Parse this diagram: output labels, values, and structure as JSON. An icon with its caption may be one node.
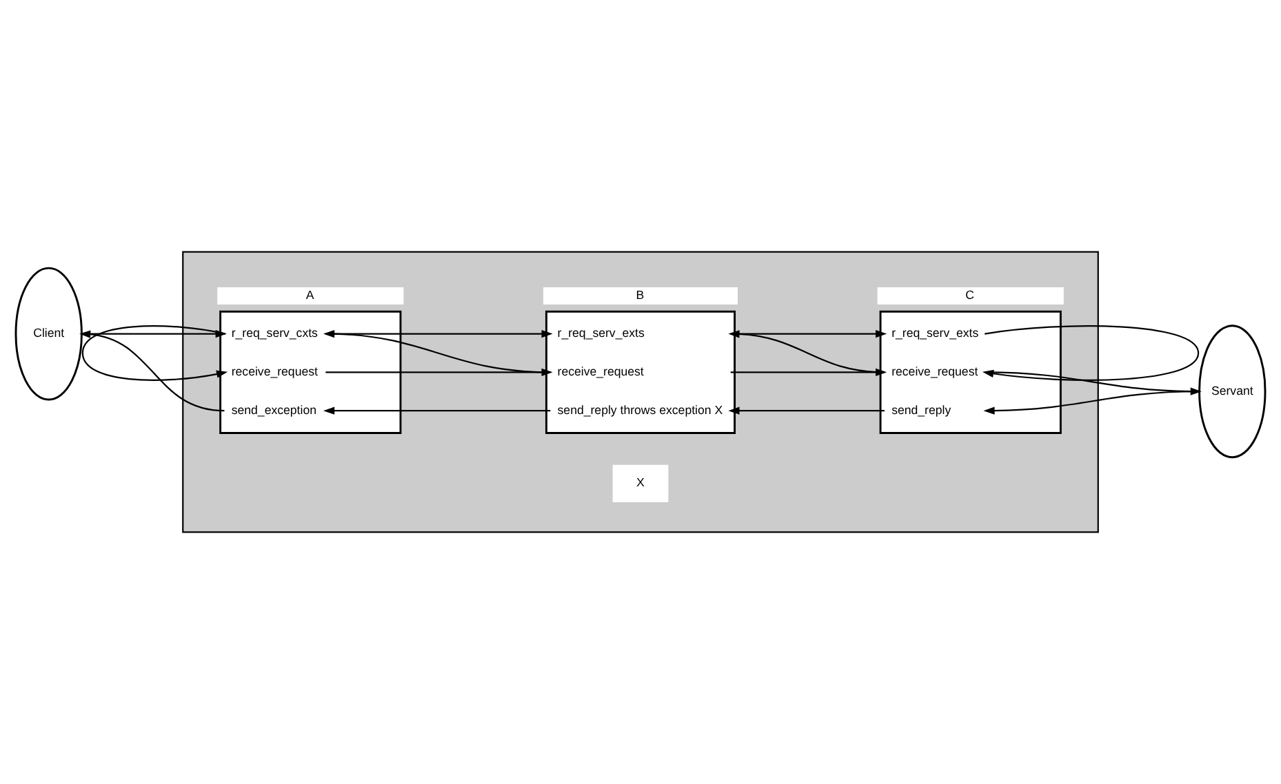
{
  "diagram": {
    "nodes": [
      {
        "text": [
          "Client"
        ]
      },
      {
        "text": [],
        "shape": "arrow"
      },
      {
        "text": [
          "r_req_serv_cxts",
          "receive_request",
          "send_exception"
        ],
        "in": 1,
        "beside": [
          "A"
        ]
      },
      {
        "text": [
          "r_req_serv_exts",
          "receive_request",
          "send_reply throws exception X"
        ],
        "in": 1,
        "beside": [
          "B"
        ]
      },
      {
        "text": [
          "r_req_serv_exts",
          "receive_request",
          "send_reply"
        ],
        "in": 1,
        "beside": [
          "C"
        ]
      },
      {
        "text": [
          "Servant"
        ]
      }
    ],
    "edges": [
      {
        "from": 0,
        "to": 2,
        "arrow": "to"
      },
      {
        "from": 2,
        "to": 2,
        "arrow": "to"
      },
      {
        "from": 2,
        "to": 0,
        "arrow": "to"
      },
      {
        "from": 2,
        "to": 3,
        "arrow": "to"
      },
      {
        "from": 3,
        "to": 2,
        "arrow": "to"
      },
      {
        "from": 2,
        "to": 3,
        "arrow": "to"
      },
      {
        "from": 3,
        "to": 2,
        "arrow": "to"
      },
      {
        "from": 3,
        "to": 4,
        "arrow": "to"
      },
      {
        "from": 4,
        "to": 3,
        "arrow": "to"
      },
      {
        "from": 3,
        "to": 4,
        "arrow": "to"
      },
      {
        "from": 4,
        "to": 3,
        "arrow": "to"
      },
      {
        "from": 4,
        "to": 4,
        "arrow": "to"
      },
      {
        "from": 4,
        "to": 5,
        "arrow": "to"
      },
      {
        "from": 5,
        "to": 4,
        "arrow": "to"
      }
    ],
    "labels": [
      "X"
    ]
  }
}
